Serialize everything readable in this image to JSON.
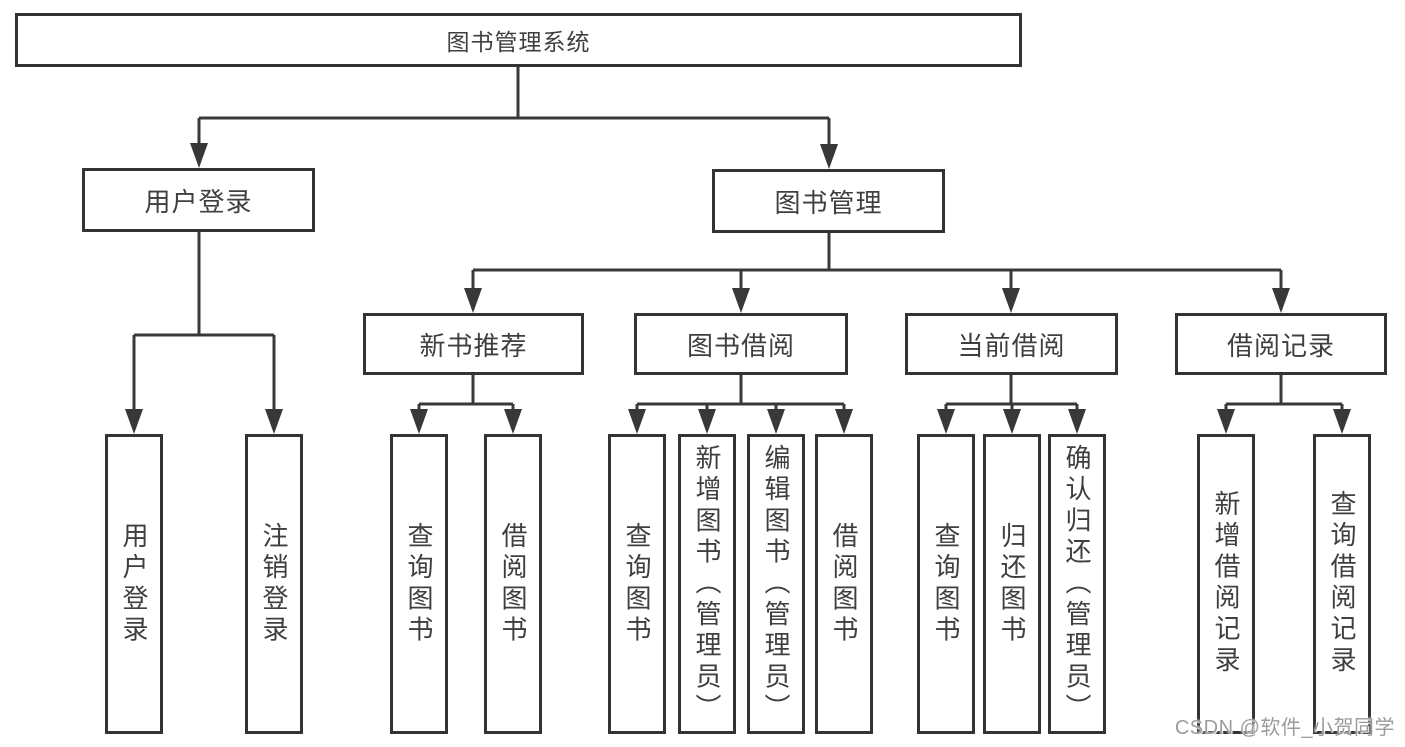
{
  "tree": {
    "root": {
      "label": "图书管理系统"
    },
    "level2": [
      {
        "label": "用户登录"
      },
      {
        "label": "图书管理"
      }
    ],
    "level3": [
      {
        "label": "新书推荐"
      },
      {
        "label": "图书借阅"
      },
      {
        "label": "当前借阅"
      },
      {
        "label": "借阅记录"
      }
    ],
    "leaves": [
      {
        "label": "用户登录"
      },
      {
        "label": "注销登录"
      },
      {
        "label": "查询图书"
      },
      {
        "label": "借阅图书"
      },
      {
        "label": "查询图书"
      },
      {
        "label": "新增图书（管理员）"
      },
      {
        "label": "编辑图书（管理员）"
      },
      {
        "label": "借阅图书"
      },
      {
        "label": "查询图书"
      },
      {
        "label": "归还图书"
      },
      {
        "label": "确认归还（管理员）"
      },
      {
        "label": "新增借阅记录"
      },
      {
        "label": "查询借阅记录"
      }
    ]
  },
  "watermark": {
    "text": "CSDN @软件_小贺同学"
  },
  "colors": {
    "line": "#383838",
    "box_border": "#333333",
    "text": "#3f3f3f",
    "watermark": "#9c9c9c",
    "background": "#ffffff"
  }
}
